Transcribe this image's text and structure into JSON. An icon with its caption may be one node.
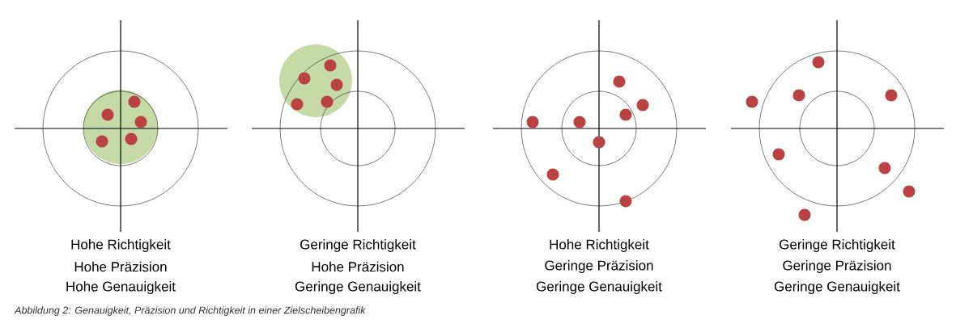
{
  "diagram": {
    "caption": "Abbildung 2: Genauigkeit, Präzision und Richtigkeit in einer Zielscheibengrafik",
    "labels": [
      "Hohe Richtigkeit",
      "Hohe Präzision",
      "Hohe Genauigkeit",
      "Geringe Richtigkeit",
      "Hohe Präzision",
      "Geringe Genauigkeit",
      "Hohe Richtigkeit",
      "Geringe Präzision",
      "Geringe Genauigkeit",
      "Geringe Richtigkeit",
      "Geringe Präzision",
      "Geringe Genauigkeit"
    ]
  }
}
